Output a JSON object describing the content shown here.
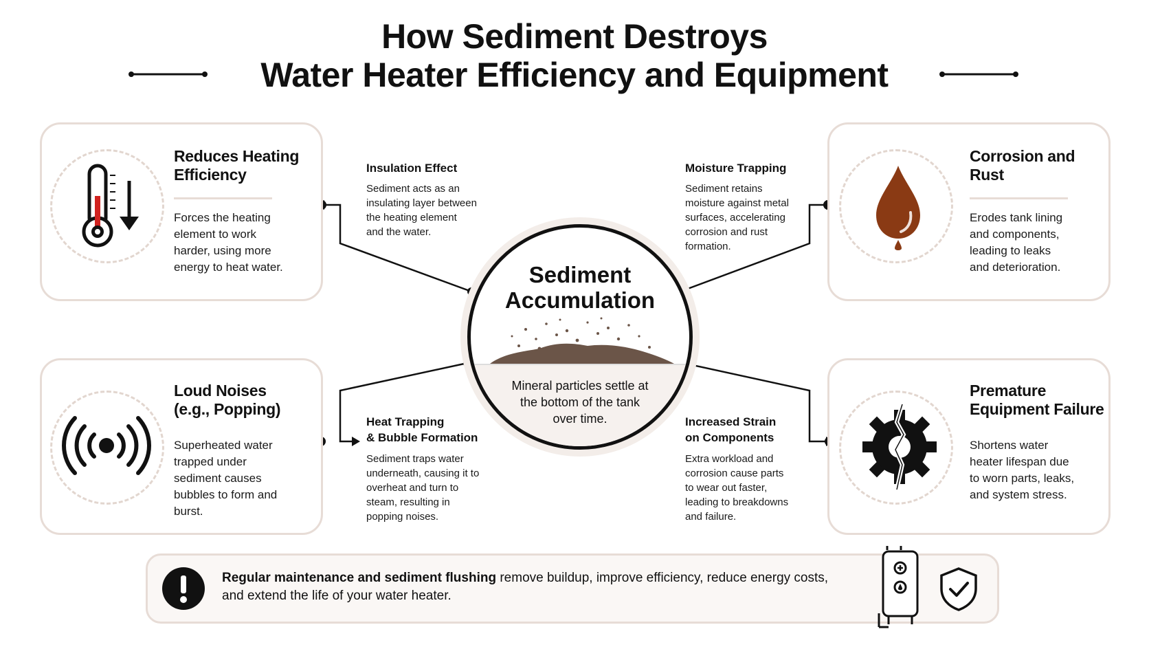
{
  "title": {
    "line1": "How Sediment Destroys",
    "line2": "Water Heater Efficiency and Equipment"
  },
  "center": {
    "title_line1": "Sediment",
    "title_line2": "Accumulation",
    "description_line1": "Mineral particles settle at",
    "description_line2": "the bottom of the tank",
    "description_line3": "over time."
  },
  "cards": {
    "heating": {
      "title_line1": "Reduces Heating",
      "title_line2": "Efficiency",
      "desc": [
        "Forces the heating",
        "element to work",
        "harder, using more",
        "energy to heat water."
      ],
      "icon": "thermometer-down-icon"
    },
    "corrosion": {
      "title_line1": "Corrosion and",
      "title_line2": "Rust",
      "desc": [
        "Erodes tank lining",
        "and components,",
        "leading to leaks",
        "and deterioration."
      ],
      "icon": "water-drop-icon"
    },
    "noises": {
      "title_line1": "Loud Noises",
      "title_line2": "(e.g., Popping)",
      "desc": [
        "Superheated water",
        "trapped under",
        "sediment causes",
        "bubbles to form and",
        "burst."
      ],
      "icon": "sound-waves-icon"
    },
    "failure": {
      "title_line1": "Premature",
      "title_line2": "Equipment Failure",
      "desc": [
        "Shortens water",
        "heater lifespan due",
        "to worn parts, leaks,",
        "and system stress."
      ],
      "icon": "broken-gear-icon"
    }
  },
  "effects": {
    "insulation": {
      "title": "Insulation Effect",
      "desc": [
        "Sediment acts as an",
        "insulating layer between",
        "the heating element",
        "and the water."
      ]
    },
    "moisture": {
      "title": "Moisture Trapping",
      "desc": [
        "Sediment retains",
        "moisture against metal",
        "surfaces, accelerating",
        "corrosion and rust",
        "formation."
      ]
    },
    "heat_trapping": {
      "title_line1": "Heat Trapping",
      "title_line2": "& Bubble Formation",
      "desc": [
        "Sediment traps water",
        "underneath, causing it to",
        "overheat and turn to",
        "steam, resulting in",
        "popping noises."
      ]
    },
    "strain": {
      "title_line1": "Increased Strain",
      "title_line2": "on Components",
      "desc": [
        "Extra workload and",
        "corrosion cause parts",
        "to wear out faster,",
        "leading to breakdowns",
        "and failure."
      ]
    }
  },
  "banner": {
    "bold": "Regular maintenance and sediment flushing",
    "rest": " remove buildup, improve efficiency, reduce energy costs,",
    "line2": "and extend the life of your water heater.",
    "icons": [
      "exclamation-icon",
      "water-heater-icon",
      "shield-check-icon"
    ]
  },
  "colors": {
    "card_border": "#e7dcd6",
    "rust": "#8a3a14",
    "thermo_red": "#d0221f",
    "sediment": "#6b5548",
    "text": "#111111"
  }
}
